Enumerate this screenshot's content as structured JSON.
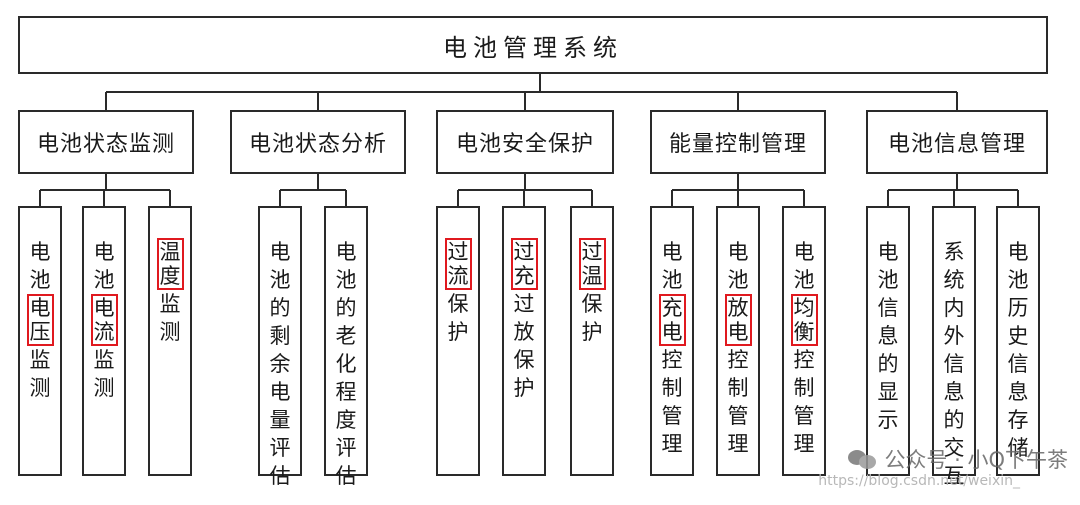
{
  "title": "电池管理系统",
  "categories": [
    {
      "label": "电池状态监测",
      "items": [
        {
          "chars": [
            "电",
            "池",
            "电",
            "压",
            "监",
            "测"
          ],
          "highlight": [
            2,
            3
          ]
        },
        {
          "chars": [
            "电",
            "池",
            "电",
            "流",
            "监",
            "测"
          ],
          "highlight": [
            2,
            3
          ]
        },
        {
          "chars": [
            "温",
            "度",
            "监",
            "测"
          ],
          "highlight": [
            0,
            1
          ]
        }
      ]
    },
    {
      "label": "电池状态分析",
      "items": [
        {
          "chars": [
            "电",
            "池",
            "的",
            "剩",
            "余",
            "电",
            "量",
            "评",
            "估"
          ],
          "highlight": []
        },
        {
          "chars": [
            "电",
            "池",
            "的",
            "老",
            "化",
            "程",
            "度",
            "评",
            "估"
          ],
          "highlight": []
        }
      ]
    },
    {
      "label": "电池安全保护",
      "items": [
        {
          "chars": [
            "过",
            "流",
            "保",
            "护"
          ],
          "highlight": [
            0,
            1
          ]
        },
        {
          "chars": [
            "过",
            "充",
            "过",
            "放",
            "保",
            "护"
          ],
          "highlight": [
            0,
            1
          ]
        },
        {
          "chars": [
            "过",
            "温",
            "保",
            "护"
          ],
          "highlight": [
            0,
            1
          ]
        }
      ]
    },
    {
      "label": "能量控制管理",
      "items": [
        {
          "chars": [
            "电",
            "池",
            "充",
            "电",
            "控",
            "制",
            "管",
            "理"
          ],
          "highlight": [
            2,
            3
          ]
        },
        {
          "chars": [
            "电",
            "池",
            "放",
            "电",
            "控",
            "制",
            "管",
            "理"
          ],
          "highlight": [
            2,
            3
          ]
        },
        {
          "chars": [
            "电",
            "池",
            "均",
            "衡",
            "控",
            "制",
            "管",
            "理"
          ],
          "highlight": [
            2,
            3
          ]
        }
      ]
    },
    {
      "label": "电池信息管理",
      "items": [
        {
          "chars": [
            "电",
            "池",
            "信",
            "息",
            "的",
            "显",
            "示"
          ],
          "highlight": []
        },
        {
          "chars": [
            "系",
            "统",
            "内",
            "外",
            "信",
            "息",
            "的",
            "交",
            "互"
          ],
          "highlight": []
        },
        {
          "chars": [
            "电",
            "池",
            "历",
            "史",
            "信",
            "息",
            "存",
            "储"
          ],
          "highlight": []
        }
      ]
    }
  ],
  "watermark": {
    "text": "公众号 · 小Q下午茶",
    "icon": "wechat-icon",
    "subtext": "https://blog.csdn.net/weixin_"
  },
  "colors": {
    "line": "#2a2a2a",
    "highlight": "#e0191f"
  }
}
